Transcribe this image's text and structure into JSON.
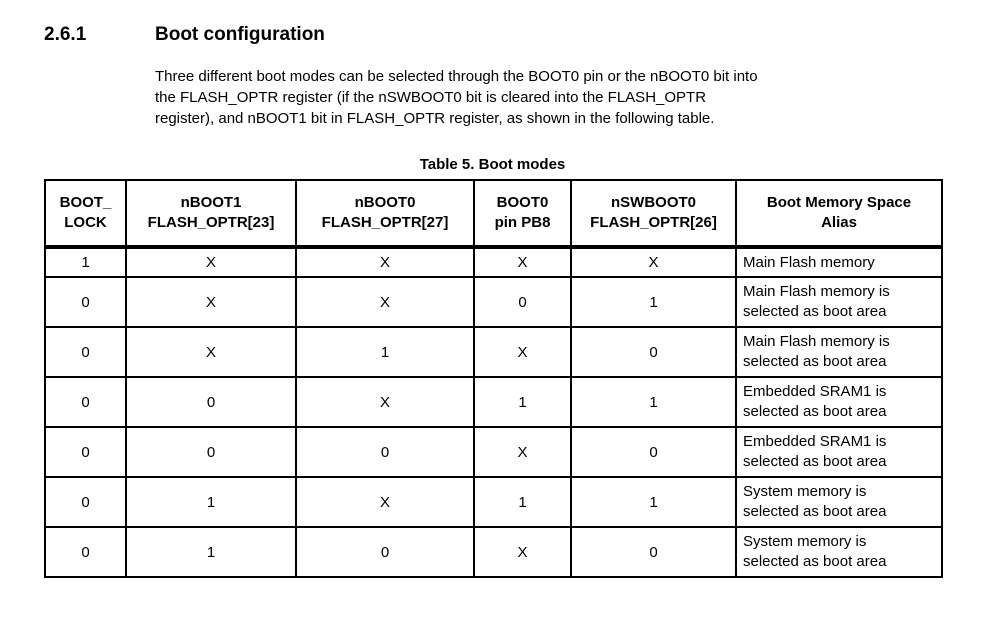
{
  "page": {
    "background_color": "#ffffff",
    "text_color": "#000000"
  },
  "section": {
    "number": "2.6.1",
    "title": "Boot configuration"
  },
  "paragraph": {
    "lines": [
      "Three different boot modes can be selected through the BOOT0 pin or the nBOOT0 bit into",
      "the FLASH_OPTR register (if the nSWBOOT0 bit is cleared into the FLASH_OPTR",
      "register), and nBOOT1 bit in FLASH_OPTR register, as shown in the following table."
    ]
  },
  "table": {
    "caption": "Table 5. Boot modes",
    "headers": [
      {
        "line1": "BOOT_",
        "line2": "LOCK"
      },
      {
        "line1": "nBOOT1",
        "line2": "FLASH_OPTR[23]"
      },
      {
        "line1": "nBOOT0",
        "line2": "FLASH_OPTR[27]"
      },
      {
        "line1": "BOOT0",
        "line2": "pin PB8"
      },
      {
        "line1": "nSWBOOT0",
        "line2": "FLASH_OPTR[26]"
      },
      {
        "line1": "Boot Memory Space",
        "line2": "Alias"
      }
    ],
    "rows": [
      {
        "cells": [
          "1",
          "X",
          "X",
          "X",
          "X",
          "Main Flash memory"
        ]
      },
      {
        "cells": [
          "0",
          "X",
          "X",
          "0",
          "1",
          "Main Flash memory is selected as boot area"
        ]
      },
      {
        "cells": [
          "0",
          "X",
          "1",
          "X",
          "0",
          "Main Flash memory is selected as boot area"
        ]
      },
      {
        "cells": [
          "0",
          "0",
          "X",
          "1",
          "1",
          "Embedded SRAM1 is selected as boot area"
        ]
      },
      {
        "cells": [
          "0",
          "0",
          "0",
          "X",
          "0",
          "Embedded SRAM1 is selected as boot area"
        ]
      },
      {
        "cells": [
          "0",
          "1",
          "X",
          "1",
          "1",
          "System memory is selected as boot area"
        ]
      },
      {
        "cells": [
          "0",
          "1",
          "0",
          "X",
          "0",
          "System memory is selected as boot area"
        ]
      }
    ]
  }
}
